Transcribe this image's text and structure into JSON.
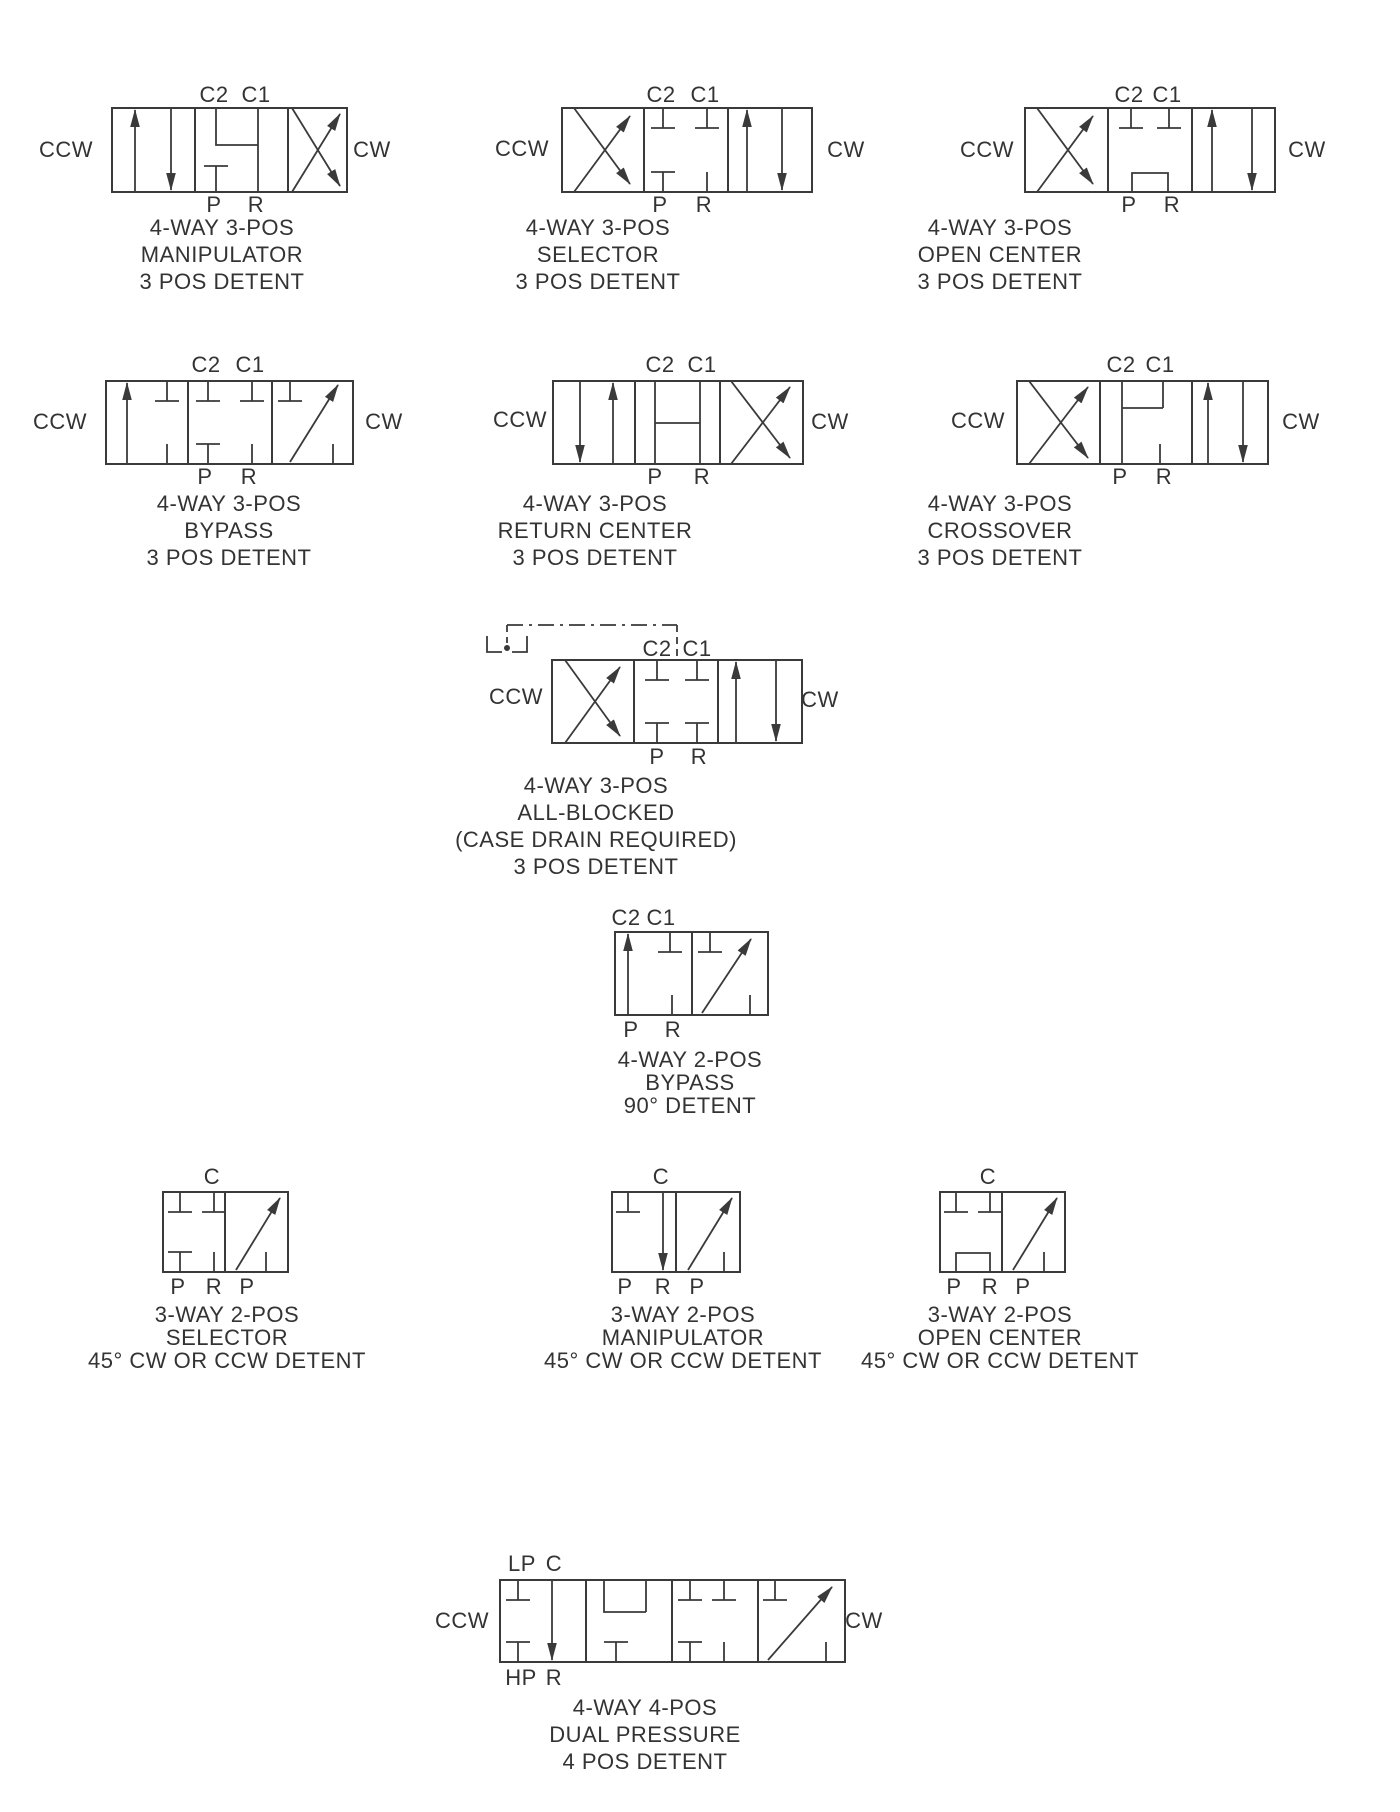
{
  "palette": {
    "background": "#ffffff",
    "line": "#3a3a3a",
    "text": "#333333"
  },
  "valves": [
    {
      "name": "4-way-3-pos-manipulator",
      "top_ports": [
        "C2",
        "C1"
      ],
      "bottom_ports": [
        "P",
        "R"
      ],
      "left_port": "CCW",
      "right_port": "CW",
      "caption": [
        "4-WAY 3-POS",
        "MANIPULATOR",
        "3 POS DETENT"
      ]
    },
    {
      "name": "4-way-3-pos-selector",
      "top_ports": [
        "C2",
        "C1"
      ],
      "bottom_ports": [
        "P",
        "R"
      ],
      "left_port": "CCW",
      "right_port": "CW",
      "caption": [
        "4-WAY 3-POS",
        "SELECTOR",
        "3 POS DETENT"
      ]
    },
    {
      "name": "4-way-3-pos-open-center",
      "top_ports": [
        "C2",
        "C1"
      ],
      "bottom_ports": [
        "P",
        "R"
      ],
      "left_port": "CCW",
      "right_port": "CW",
      "caption": [
        "4-WAY 3-POS",
        "OPEN CENTER",
        "3 POS DETENT"
      ]
    },
    {
      "name": "4-way-3-pos-bypass",
      "top_ports": [
        "C2",
        "C1"
      ],
      "bottom_ports": [
        "P",
        "R"
      ],
      "left_port": "CCW",
      "right_port": "CW",
      "caption": [
        "4-WAY 3-POS",
        "BYPASS",
        "3 POS DETENT"
      ]
    },
    {
      "name": "4-way-3-pos-return-center",
      "top_ports": [
        "C2",
        "C1"
      ],
      "bottom_ports": [
        "P",
        "R"
      ],
      "left_port": "CCW",
      "right_port": "CW",
      "caption": [
        "4-WAY 3-POS",
        "RETURN CENTER",
        "3 POS DETENT"
      ]
    },
    {
      "name": "4-way-3-pos-crossover",
      "top_ports": [
        "C2",
        "C1"
      ],
      "bottom_ports": [
        "P",
        "R"
      ],
      "left_port": "CCW",
      "right_port": "CW",
      "caption": [
        "4-WAY 3-POS",
        "CROSSOVER",
        "3 POS DETENT"
      ]
    },
    {
      "name": "4-way-3-pos-all-blocked",
      "top_ports": [
        "C2",
        "C1"
      ],
      "bottom_ports": [
        "P",
        "R"
      ],
      "left_port": "CCW",
      "right_port": "CW",
      "caption": [
        "4-WAY 3-POS",
        "ALL-BLOCKED",
        "(CASE DRAIN REQUIRED)",
        "3 POS DETENT"
      ]
    },
    {
      "name": "4-way-2-pos-bypass",
      "top_ports": [
        "C2",
        "C1"
      ],
      "bottom_ports": [
        "P",
        "R"
      ],
      "caption": [
        "4-WAY 2-POS",
        "BYPASS",
        "90° DETENT"
      ]
    },
    {
      "name": "3-way-2-pos-selector",
      "top_ports": [
        "C"
      ],
      "bottom_ports": [
        "P",
        "R",
        "P"
      ],
      "caption": [
        "3-WAY 2-POS",
        "SELECTOR",
        "45° CW OR CCW DETENT"
      ]
    },
    {
      "name": "3-way-2-pos-manipulator",
      "top_ports": [
        "C"
      ],
      "bottom_ports": [
        "P",
        "R",
        "P"
      ],
      "caption": [
        "3-WAY 2-POS",
        "MANIPULATOR",
        "45° CW OR CCW DETENT"
      ]
    },
    {
      "name": "3-way-2-pos-open-center",
      "top_ports": [
        "C"
      ],
      "bottom_ports": [
        "P",
        "R",
        "P"
      ],
      "caption": [
        "3-WAY 2-POS",
        "OPEN CENTER",
        "45° CW OR CCW DETENT"
      ]
    },
    {
      "name": "4-way-4-pos-dual-pressure",
      "top_ports": [
        "LP",
        "C"
      ],
      "bottom_ports": [
        "HP",
        "R"
      ],
      "left_port": "CCW",
      "right_port": "CW",
      "caption": [
        "4-WAY 4-POS",
        "DUAL PRESSURE",
        "4 POS DETENT"
      ]
    }
  ]
}
